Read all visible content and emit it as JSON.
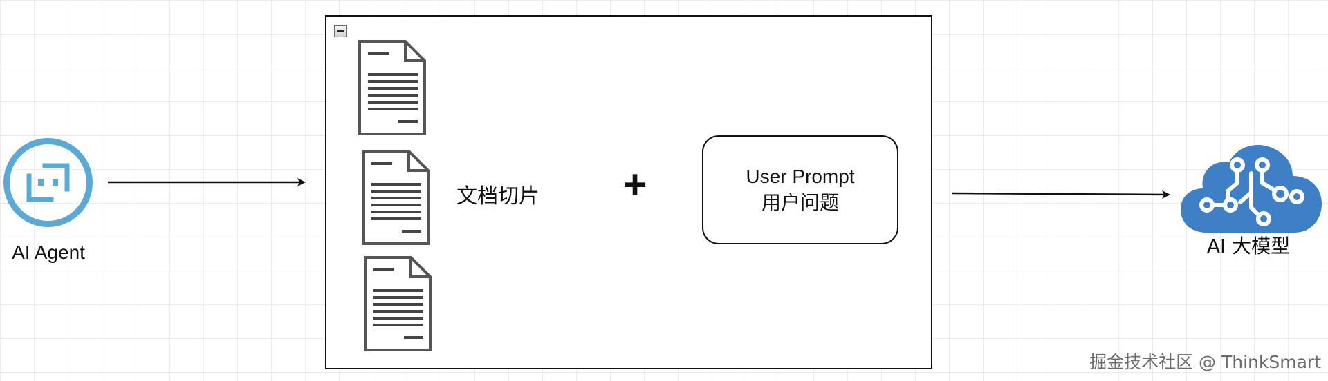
{
  "agent": {
    "label": "AI Agent",
    "icon": "ai-agent-icon"
  },
  "container": {
    "collapse_icon": "collapse-minus-icon"
  },
  "documents": [
    {
      "icon": "document-icon"
    },
    {
      "icon": "document-icon"
    },
    {
      "icon": "document-icon"
    }
  ],
  "chunks_label": "文档切片",
  "plus_symbol": "+",
  "prompt": {
    "line1": "User Prompt",
    "line2": "用户问题"
  },
  "llm": {
    "label": "AI 大模型",
    "icon": "ai-cloud-brain-icon"
  },
  "watermark": "掘金技术社区 @ ThinkSmart",
  "colors": {
    "agent_blue": "#5aa9d6",
    "cloud_blue": "#3f7fc6",
    "grid": "#ececec",
    "stroke": "#111111"
  }
}
